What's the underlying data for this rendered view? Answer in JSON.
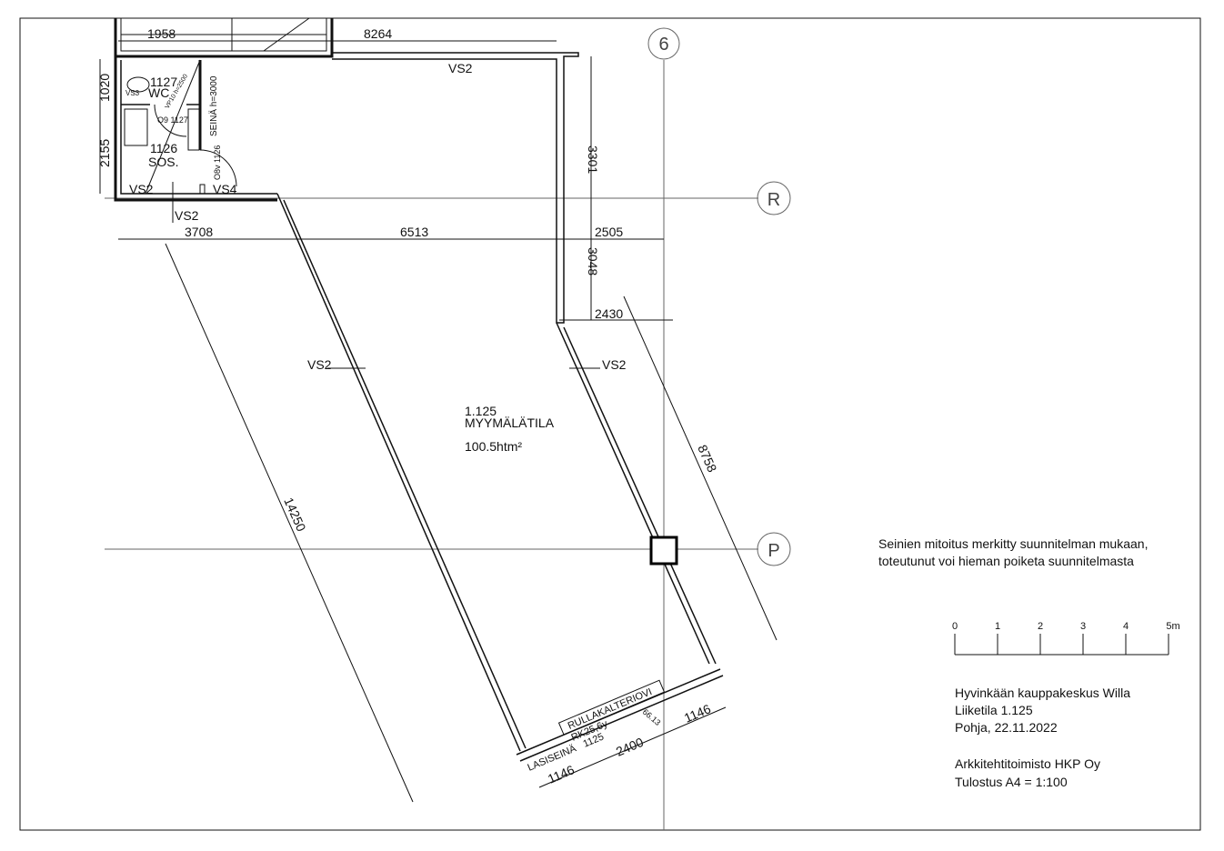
{
  "grid_labels": {
    "axis_6": "6",
    "axis_r": "R",
    "axis_p": "P"
  },
  "dimensions": {
    "d1958": "1958",
    "d8264": "8264",
    "d1020": "1020",
    "d2155": "2155",
    "d3301": "3301",
    "d3048": "3048",
    "d3708": "3708",
    "d6513": "6513",
    "d2505": "2505",
    "d2430": "2430",
    "d14250": "14250",
    "d8758": "8758",
    "d1146a": "1146",
    "d2400": "2400",
    "d1146b": "1146"
  },
  "rooms": {
    "wc_number": "1127",
    "wc_name": "WC",
    "wc_fixture": "VS3",
    "sos_number": "1126",
    "sos_name": "SOS.",
    "door_1127": "O9 1127",
    "door_1126": "O8v 1126",
    "partition": "SEINÄ h=3000",
    "vp_label": "VP10 h=2500",
    "main_number": "1.125",
    "main_name": "MYYMÄLÄTILA",
    "main_area": "100.5htm²"
  },
  "wall_types": {
    "vs2_a": "VS2",
    "vs2_b": "VS2",
    "vs2_c": "VS2",
    "vs2_d": "VS2",
    "vs2_e": "VS2",
    "vs4": "VS4"
  },
  "front": {
    "shutter": "RULLAKALTERIOVI",
    "door_code": "RK25,6y",
    "door_num": "1125",
    "glass_wall": "LASISEINÄ",
    "angle": "66.13"
  },
  "note": {
    "line1": "Seinien mitoitus merkitty suunnitelman mukaan,",
    "line2": "toteutunut voi hieman poiketa suunnitelmasta"
  },
  "scale_bar": {
    "ticks": [
      "0",
      "1",
      "2",
      "3",
      "4",
      "5m"
    ]
  },
  "title_block": {
    "project": "Hyvinkään kauppakeskus Willa",
    "unit": "Liiketila 1.125",
    "sheet": "Pohja, 22.11.2022",
    "office": "Arkkitehtitoimisto HKP Oy",
    "print": "Tulostus A4 = 1:100"
  }
}
